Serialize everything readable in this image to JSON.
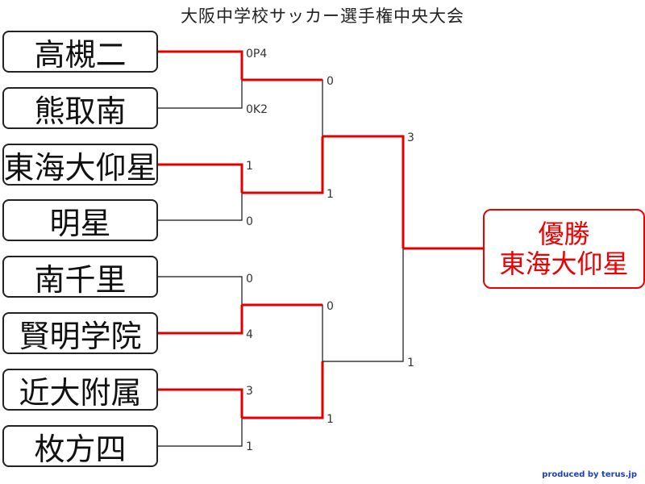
{
  "title": "大阪中学校サッカー選手権中央大会",
  "colors": {
    "winner_line": "#e00000",
    "line": "#111111",
    "champion": "#e00000"
  },
  "teams": [
    "高槻二",
    "熊取南",
    "東海大仰星",
    "明星",
    "南千里",
    "賢明学院",
    "近大附属",
    "枚方四"
  ],
  "round1": [
    {
      "top_score": "0P4",
      "bottom_score": "0K2",
      "winner": "top"
    },
    {
      "top_score": "1",
      "bottom_score": "0",
      "winner": "top"
    },
    {
      "top_score": "0",
      "bottom_score": "4",
      "winner": "bottom"
    },
    {
      "top_score": "3",
      "bottom_score": "1",
      "winner": "top"
    }
  ],
  "semifinal": [
    {
      "top_score": "0",
      "bottom_score": "1",
      "winner": "bottom"
    },
    {
      "top_score": "0",
      "bottom_score": "1",
      "winner": "bottom"
    }
  ],
  "final": {
    "top_score": "3",
    "bottom_score": "1",
    "winner": "top"
  },
  "champion": {
    "label": "優勝",
    "team": "東海大仰星"
  },
  "credit": "produced by terus.jp"
}
